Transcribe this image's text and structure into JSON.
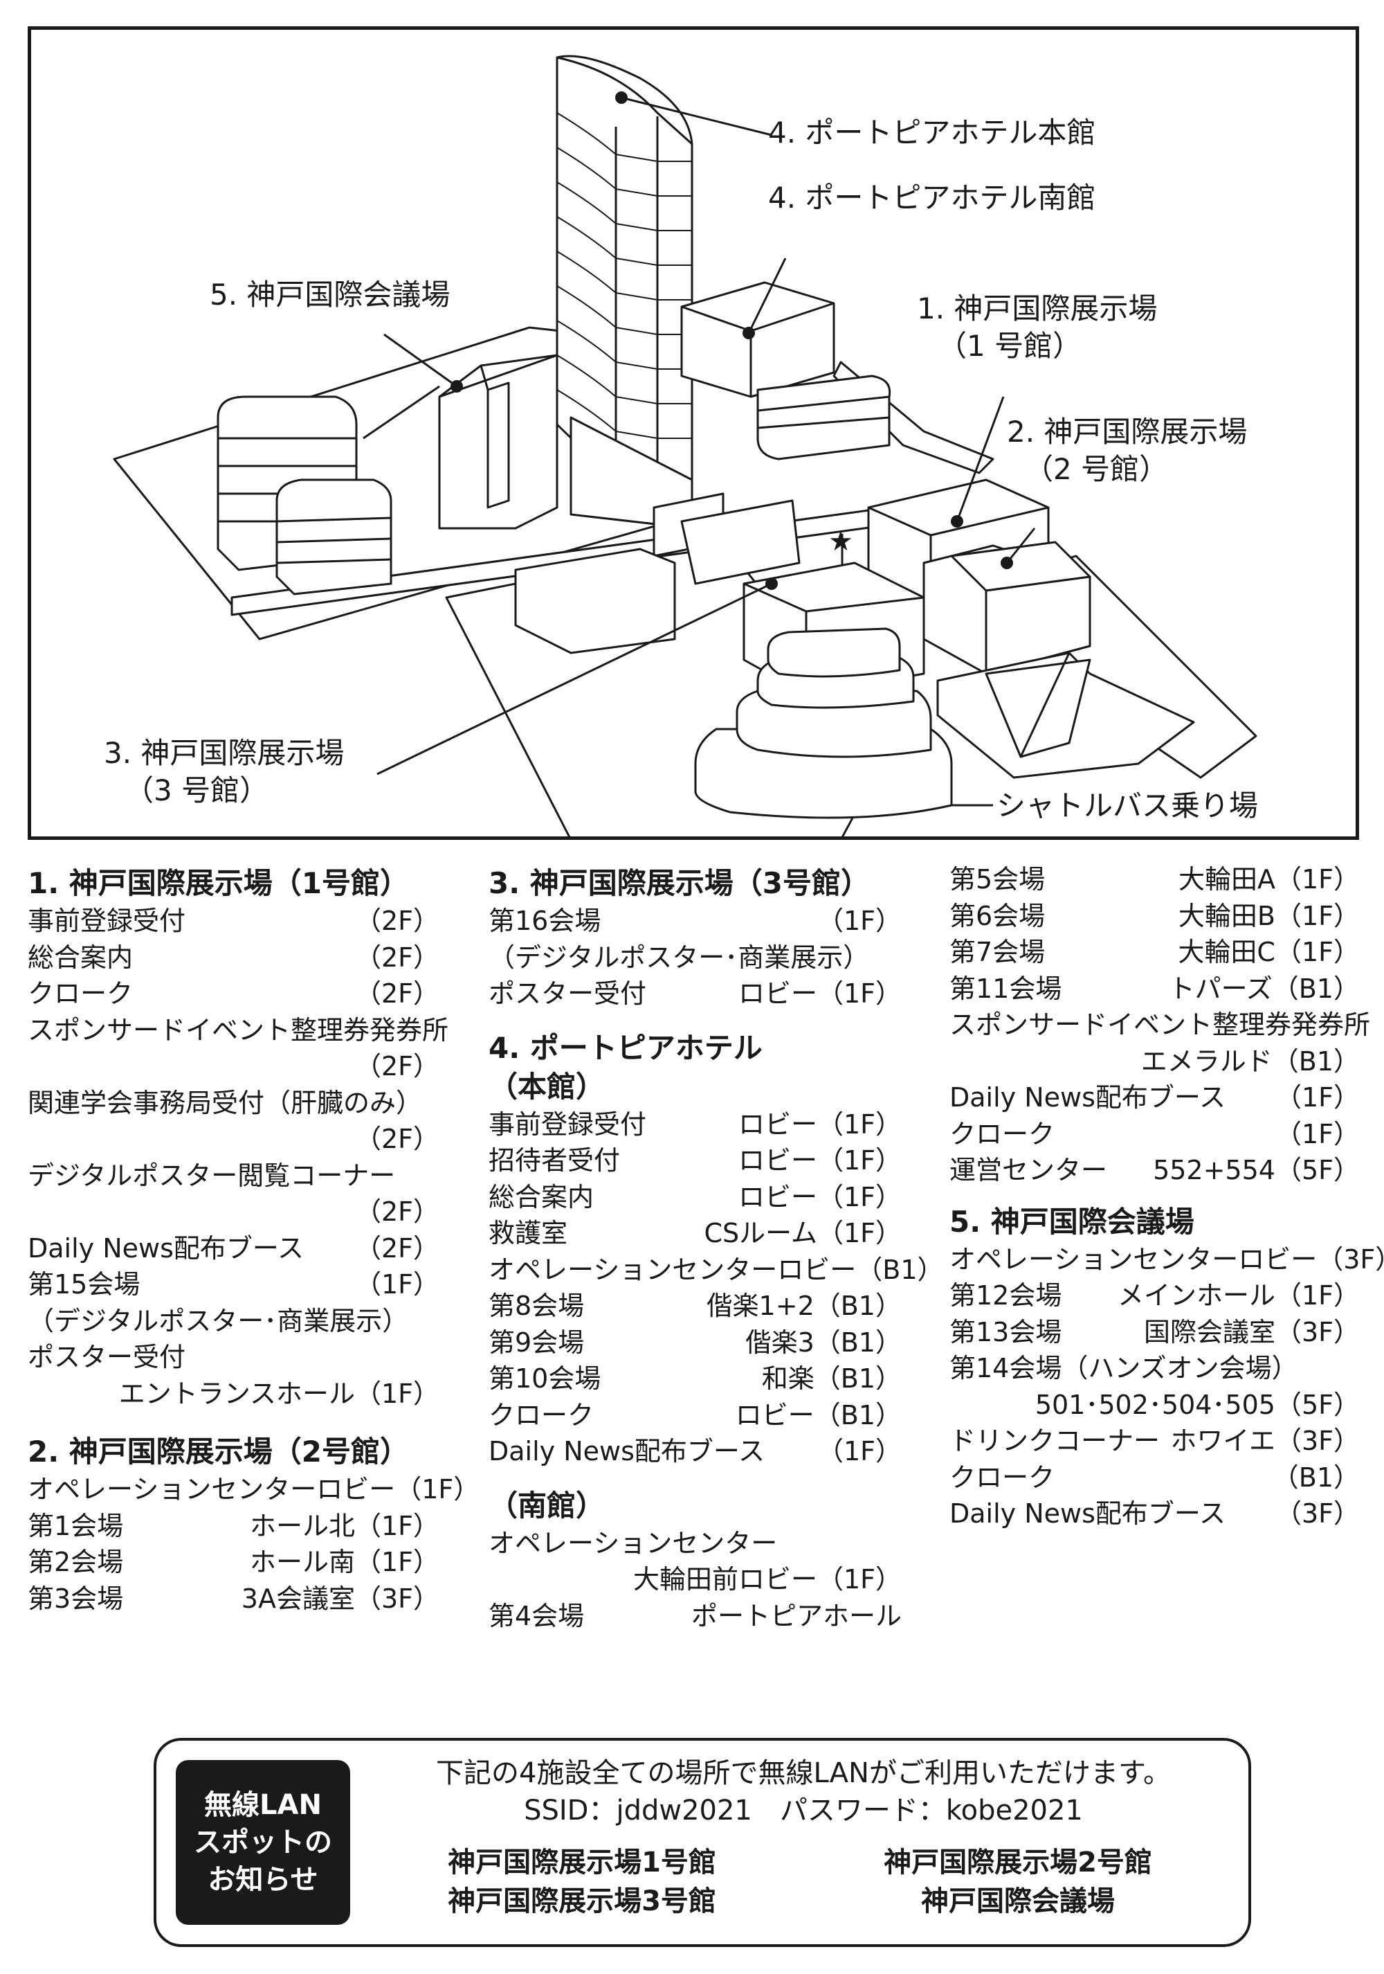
{
  "map": {
    "labels": {
      "hotel_main": "4. ポートピアホテル本館",
      "hotel_south": "4. ポートピアホテル南館",
      "conference": "5. 神戸国際会議場",
      "hall1_a": "1. 神戸国際展示場",
      "hall1_b": "（1 号館）",
      "hall2_a": "2. 神戸国際展示場",
      "hall2_b": "（2 号館）",
      "hall3_a": "3. 神戸国際展示場",
      "hall3_b": "（3 号館）",
      "shuttle": "シャトルバス乗り場"
    },
    "star_glyph": "★"
  },
  "directory": {
    "hall1": {
      "title": "1. 神戸国際展示場（1号館）",
      "rows": [
        {
          "l": "事前登録受付",
          "r": "（2F）"
        },
        {
          "l": "総合案内",
          "r": "（2F）"
        },
        {
          "l": "クローク",
          "r": "（2F）"
        },
        {
          "l": "スポンサードイベント整理券発券所",
          "r": ""
        },
        {
          "l": "",
          "r": "（2F）"
        },
        {
          "l": "関連学会事務局受付（肝臓のみ）",
          "r": ""
        },
        {
          "l": "",
          "r": "（2F）"
        },
        {
          "l": "デジタルポスター閲覧コーナー",
          "r": ""
        },
        {
          "l": "",
          "r": "（2F）"
        },
        {
          "l": "Daily News配布ブース",
          "r": "（2F）"
        },
        {
          "l": "第15会場",
          "r": "（1F）"
        },
        {
          "l": "（デジタルポスター･商業展示）",
          "r": ""
        },
        {
          "l": "ポスター受付",
          "r": ""
        },
        {
          "l": "",
          "r": "エントランスホール（1F）"
        }
      ]
    },
    "hall2": {
      "title": "2. 神戸国際展示場（2号館）",
      "rows": [
        {
          "l": "オペレーションセンター",
          "r": "ロビー（1F）"
        },
        {
          "l": "第1会場",
          "r": "ホール北（1F）"
        },
        {
          "l": "第2会場",
          "r": "ホール南（1F）"
        },
        {
          "l": "第3会場",
          "r": "3A会議室（3F）"
        }
      ]
    },
    "hall3": {
      "title": "3. 神戸国際展示場（3号館）",
      "rows": [
        {
          "l": "第16会場",
          "r": "（1F）"
        },
        {
          "l": "（デジタルポスター･商業展示）",
          "r": ""
        },
        {
          "l": "ポスター受付",
          "r": "ロビー（1F）"
        }
      ]
    },
    "hotel": {
      "title": "4. ポートピアホテル",
      "main_subtitle": "（本館）",
      "main_rows": [
        {
          "l": "事前登録受付",
          "r": "ロビー（1F）"
        },
        {
          "l": "招待者受付",
          "r": "ロビー（1F）"
        },
        {
          "l": "総合案内",
          "r": "ロビー（1F）"
        },
        {
          "l": "救護室",
          "r": "CSルーム（1F）"
        },
        {
          "l": "オペレーションセンター",
          "r": "ロビー（B1）"
        },
        {
          "l": "第8会場",
          "r": "偕楽1+2（B1）"
        },
        {
          "l": "第9会場",
          "r": "偕楽3（B1）"
        },
        {
          "l": "第10会場",
          "r": "和楽（B1）"
        },
        {
          "l": "クローク",
          "r": "ロビー（B1）"
        },
        {
          "l": "Daily News配布ブース",
          "r": "（1F）"
        }
      ],
      "south_subtitle": "（南館）",
      "south_rows": [
        {
          "l": "オペレーションセンター",
          "r": ""
        },
        {
          "l": "",
          "r": "大輪田前ロビー（1F）"
        },
        {
          "l": "第4会場",
          "r": "ポートピアホール"
        }
      ],
      "cont_rows": [
        {
          "l": "第5会場",
          "r": "大輪田A（1F）"
        },
        {
          "l": "第6会場",
          "r": "大輪田B（1F）"
        },
        {
          "l": "第7会場",
          "r": "大輪田C（1F）"
        },
        {
          "l": "第11会場",
          "r": "トパーズ（B1）"
        },
        {
          "l": "スポンサードイベント整理券発券所",
          "r": ""
        },
        {
          "l": "",
          "r": "エメラルド（B1）"
        },
        {
          "l": "Daily News配布ブース",
          "r": "（1F）"
        },
        {
          "l": "クローク",
          "r": "（1F）"
        },
        {
          "l": "運営センター",
          "r": "552+554（5F）"
        }
      ]
    },
    "conference": {
      "title": "5. 神戸国際会議場",
      "rows": [
        {
          "l": "オペレーションセンター",
          "r": "ロビー（3F）"
        },
        {
          "l": "第12会場",
          "r": "メインホール（1F）"
        },
        {
          "l": "第13会場",
          "r": "国際会議室（3F）"
        },
        {
          "l": "第14会場（ハンズオン会場）",
          "r": ""
        },
        {
          "l": "",
          "r": "501･502･504･505（5F）"
        },
        {
          "l": "ドリンクコーナー",
          "r": "ホワイエ（3F）"
        },
        {
          "l": "クローク",
          "r": "（B1）"
        },
        {
          "l": "Daily News配布ブース",
          "r": "（3F）"
        }
      ]
    }
  },
  "wifi": {
    "badge": [
      "無線LAN",
      "スポットの",
      "お知らせ"
    ],
    "line1": "下記の4施設全ての場所で無線LANがご利用いただけます。",
    "line2": "SSID：jddw2021　パスワード：kobe2021",
    "venues": [
      "神戸国際展示場1号館",
      "神戸国際展示場2号館",
      "神戸国際展示場3号館",
      "神戸国際会議場"
    ]
  }
}
